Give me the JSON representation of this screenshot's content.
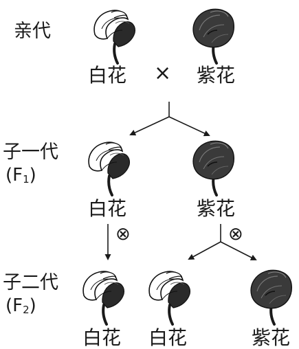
{
  "generations": {
    "parent": "亲代",
    "f1_name": "子一代",
    "f1_symbol": "F",
    "f1_sub": "1",
    "f2_name": "子二代",
    "f2_symbol": "F",
    "f2_sub": "2"
  },
  "labels": {
    "parent_left": "白花",
    "parent_right": "紫花",
    "f1_left": "白花",
    "f1_right": "紫花",
    "f2_left": "白花",
    "f2_middle": "白花",
    "f2_right": "紫花"
  },
  "symbols": {
    "cross": "×",
    "self_cross": "⊗"
  },
  "colors": {
    "white_flower_fill": "#ffffff",
    "white_flower_inner": "#2a2a2a",
    "purple_flower_fill": "#3a3a3a",
    "line": "#1a1a1a"
  }
}
